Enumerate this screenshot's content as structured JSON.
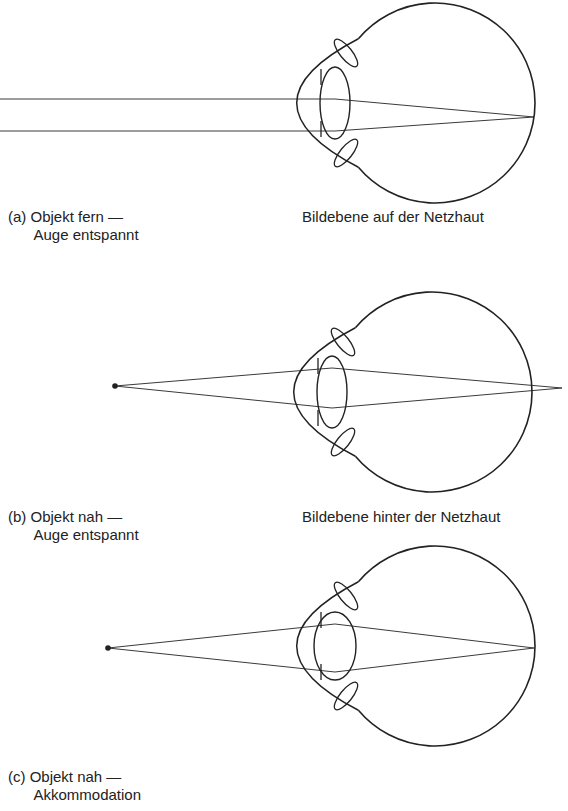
{
  "diagram": {
    "labels": [
      "(a) Objekt fern — Auge entspannt",
      "Bildebene auf der Netzhaut",
      "(b) Objekt nah — Auge entspannt",
      "Bildebene hinter der Netzhaut",
      "(c) Objekt nah — Akkommodation"
    ]
  }
}
